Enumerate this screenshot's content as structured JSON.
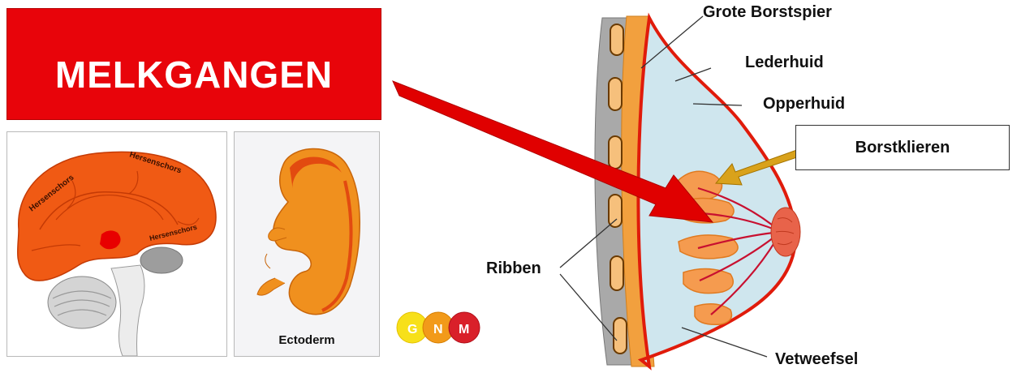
{
  "title": "MELKGANGEN",
  "brain_labels": [
    "Hersenschors",
    "Hersenschors",
    "Hersenschors"
  ],
  "embryo_label": "Ectoderm",
  "logo_letters": [
    "G",
    "N",
    "M"
  ],
  "labels": {
    "grote_borstspier": "Grote Borstspier",
    "lederhuid": "Lederhuid",
    "opperhuid": "Opperhuid",
    "borstklieren": "Borstklieren",
    "ribben": "Ribben",
    "vetweefsel": "Vetweefsel"
  },
  "colors": {
    "title_bg": "#e8040a",
    "cortex": "#f05a14",
    "arrow_red": "#e00000",
    "arrow_gold": "#d9a21b",
    "skin_red": "#e01b0b",
    "fat_blue": "#cfe6ee",
    "gland_orange": "#f59b4f"
  }
}
